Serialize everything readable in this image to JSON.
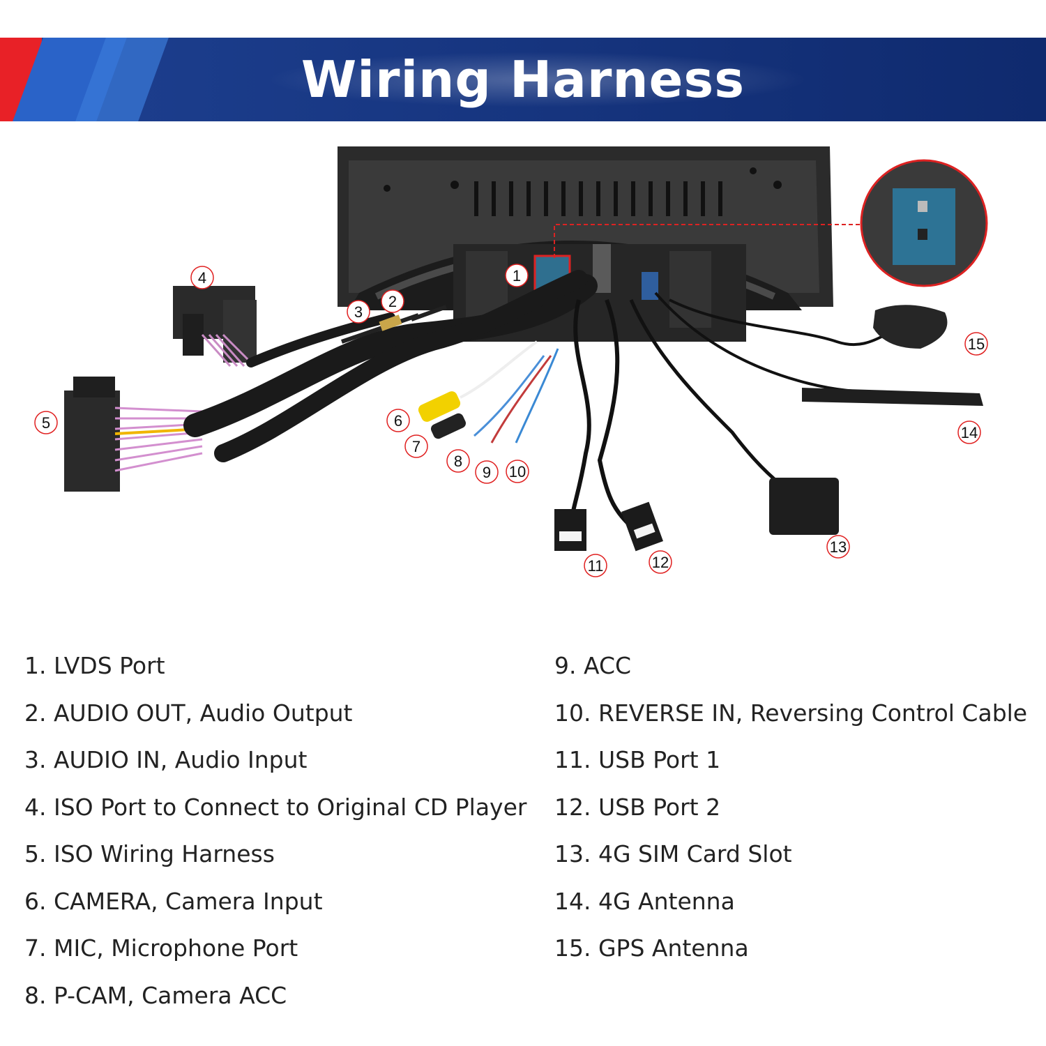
{
  "title": "Wiring Harness",
  "callouts": [
    "1",
    "2",
    "3",
    "4",
    "5",
    "6",
    "7",
    "8",
    "9",
    "10",
    "11",
    "12",
    "13",
    "14",
    "15"
  ],
  "legend": {
    "left": [
      "1. LVDS Port",
      "2. AUDIO OUT, Audio Output",
      "3. AUDIO IN, Audio Input",
      "4. ISO Port to Connect to Original CD Player",
      "5. ISO Wiring Harness",
      "6. CAMERA, Camera Input",
      "7. MIC, Microphone Port",
      "8. P-CAM, Camera ACC"
    ],
    "right": [
      "9. ACC",
      "10. REVERSE IN, Reversing Control Cable",
      "11. USB Port 1",
      "12. USB Port 2",
      "13. 4G SIM Card Slot",
      "14. 4G Antenna",
      "15. GPS Antenna"
    ]
  },
  "colors": {
    "banner_blue": "#0f2a6e",
    "banner_red": "#e82127",
    "callout_ring": "#e02020"
  }
}
